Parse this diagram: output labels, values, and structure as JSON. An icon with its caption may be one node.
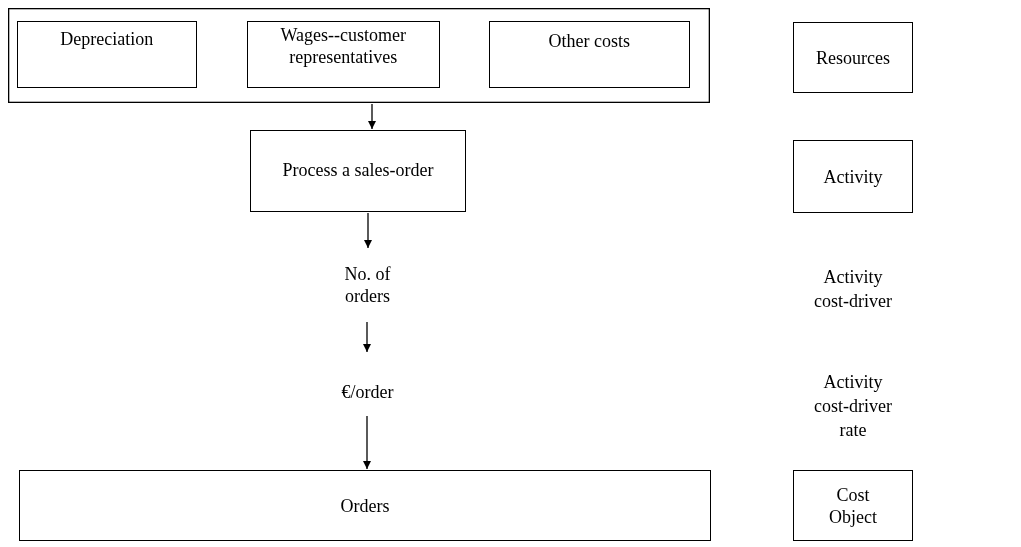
{
  "diagram": {
    "nodes": [
      {
        "text": [],
        "shape": "box"
      },
      {
        "text": [
          "Depreciation"
        ],
        "in": 0
      },
      {
        "text": [
          "Wages--customer representatives"
        ],
        "in": 0
      },
      {
        "text": [
          "Other costs"
        ],
        "in": 0
      },
      {
        "text": [
          "Resources"
        ]
      },
      {
        "text": [
          "Process a sales-order"
        ]
      },
      {
        "text": [
          "Activity"
        ]
      },
      {
        "text": [
          "No. of orders"
        ]
      },
      {
        "text": [
          "€/order"
        ]
      },
      {
        "text": [
          "Orders"
        ]
      },
      {
        "text": [
          "Cost Object"
        ]
      }
    ],
    "edges": [
      {
        "from": 0,
        "to": 5,
        "arrow": "to"
      },
      {
        "from": 5,
        "to": 7,
        "arrow": "to"
      },
      {
        "from": 7,
        "to": 8,
        "arrow": "to"
      },
      {
        "from": 8,
        "to": 9,
        "arrow": "to"
      }
    ],
    "labels": [
      "Activity cost-driver",
      "Activity cost-driver rate"
    ]
  }
}
